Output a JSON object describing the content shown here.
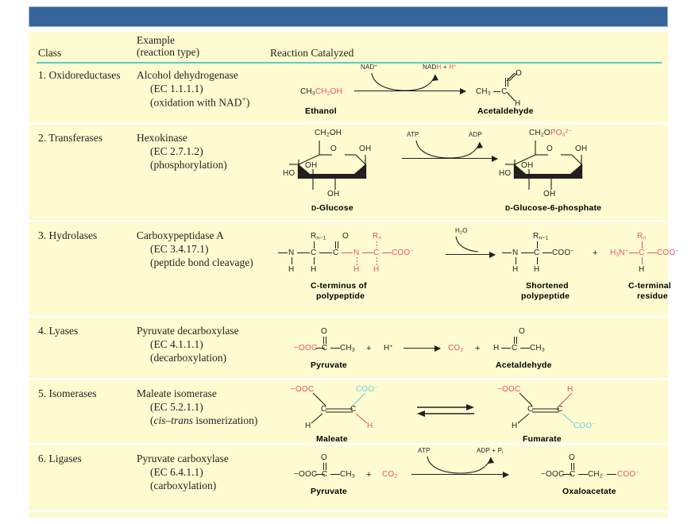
{
  "slide": {
    "title_bar_color": "#36659c",
    "table_bg_color": "#fdfbcf",
    "header_rule_color": "#5fc9c2",
    "accent_red": "#e8526f",
    "accent_cyan": "#6fd0e0"
  },
  "table": {
    "headers": {
      "class": "Class",
      "example_line1": "Example",
      "example_line2": "(reaction type)",
      "reaction": "Reaction Catalyzed"
    },
    "rows": [
      {
        "class": "1. Oxidoreductases",
        "enzyme": "Alcohol dehydrogenase",
        "ec": "(EC 1.1.1.1)",
        "reaction_type": "(oxidation with NAD",
        "reaction_type_sup": "+",
        "reaction_type_end": ")",
        "reaction": {
          "substrate_formula": "CH",
          "substrate_label": "Ethanol",
          "product_label": "Acetaldehyde",
          "cofactor_in": "NAD",
          "cofactor_in_sup": "+",
          "cofactor_out_black": "NAD",
          "cofactor_out_red": "H",
          "cofactor_plus": "+",
          "cofactor_out_h": "H",
          "cofactor_out_h_sup": "+",
          "sub_ch3": "CH",
          "sub_ch3_sub": "3",
          "sub_ch2_red": "CH",
          "sub_ch2_sub": "2",
          "sub_oh_red": "OH",
          "prod_ch3": "CH",
          "prod_ch3_sub": "3",
          "prod_c": "C",
          "prod_o": "O",
          "prod_h": "H"
        }
      },
      {
        "class": "2. Transferases",
        "enzyme": "Hexokinase",
        "ec": "(EC 2.7.1.2)",
        "reaction_type": "(phosphorylation)",
        "reaction": {
          "substrate_label_d": "D",
          "substrate_label": "-Glucose",
          "product_label_d": "D",
          "product_label": "-Glucose-6-phosphate",
          "cofactor_in": "ATP",
          "cofactor_out": "ADP",
          "ch2oh": "CH",
          "ch2oh_sub": "2",
          "ch2oh_end": "OH",
          "ch2o": "CH",
          "ch2o_sub": "2",
          "ch2o_end": "O",
          "po3": "PO",
          "po3_sub": "3",
          "po3_sup": "2−",
          "o_ring": "O",
          "oh": "OH",
          "ho": "HO"
        }
      },
      {
        "class": "3. Hydrolases",
        "enzyme": "Carboxypeptidase A",
        "ec": "(EC 3.4.17.1)",
        "reaction_type": "(peptide bond cleavage)",
        "reaction": {
          "substrate_label_l1": "C-terminus of",
          "substrate_label_l2": "polypeptide",
          "product1_label_l1": "Shortened",
          "product1_label_l2": "polypeptide",
          "product2_label_l1": "C-terminal",
          "product2_label_l2": "residue",
          "water": "H",
          "water_sub": "2",
          "water_end": "O",
          "r_n1": "R",
          "r_n1_sub": "n−1",
          "r_n": "R",
          "r_n_sub": "n",
          "N": "N",
          "C": "C",
          "O": "O",
          "H": "H",
          "coo": "COO",
          "coo_sup": "−",
          "h3n": "H",
          "h3n_sub": "3",
          "h3n_end": "N",
          "h3n_sup": "+",
          "plus": "+"
        }
      },
      {
        "class": "4. Lyases",
        "enzyme": "Pyruvate decarboxylase",
        "ec": "(EC 4.1.1.1)",
        "reaction_type": "(decarboxylation)",
        "reaction": {
          "substrate_label": "Pyruvate",
          "product_label": "Acetaldehyde",
          "ooc": "−OOC",
          "C": "C",
          "O": "O",
          "ch3": "CH",
          "ch3_sub": "3",
          "plus": "+",
          "hplus": "H",
          "hplus_sup": "+",
          "co2": "CO",
          "co2_sub": "2",
          "H": "H"
        }
      },
      {
        "class": "5. Isomerases",
        "enzyme": "Maleate isomerase",
        "ec": "(EC 5.2.1.1)",
        "reaction_type_italic": "cis–trans",
        "reaction_type": " isomerization)",
        "reaction_type_open": "(",
        "reaction": {
          "substrate_label": "Maleate",
          "product_label": "Fumarate",
          "ooc": "−OOC",
          "coo_cyan": "COO",
          "coo_cyan_sup": "−",
          "C": "C",
          "H": "H",
          "h_red": "H"
        }
      },
      {
        "class": "6. Ligases",
        "enzyme": "Pyruvate carboxylase",
        "ec": "(EC 6.4.1.1)",
        "reaction_type": "(carboxylation)",
        "reaction": {
          "substrate_label": "Pyruvate",
          "product_label": "Oxaloacetate",
          "cofactor_in": "ATP",
          "cofactor_out": "ADP + P",
          "cofactor_out_sub": "i",
          "ooc": "−OOC",
          "C": "C",
          "O": "O",
          "ch3": "CH",
          "ch3_sub": "3",
          "ch2": "CH",
          "ch2_sub": "2",
          "co2_red": "CO",
          "co2_red_sub": "2",
          "coo_red": "COO",
          "coo_red_sup": "−",
          "plus": "+"
        }
      }
    ]
  }
}
